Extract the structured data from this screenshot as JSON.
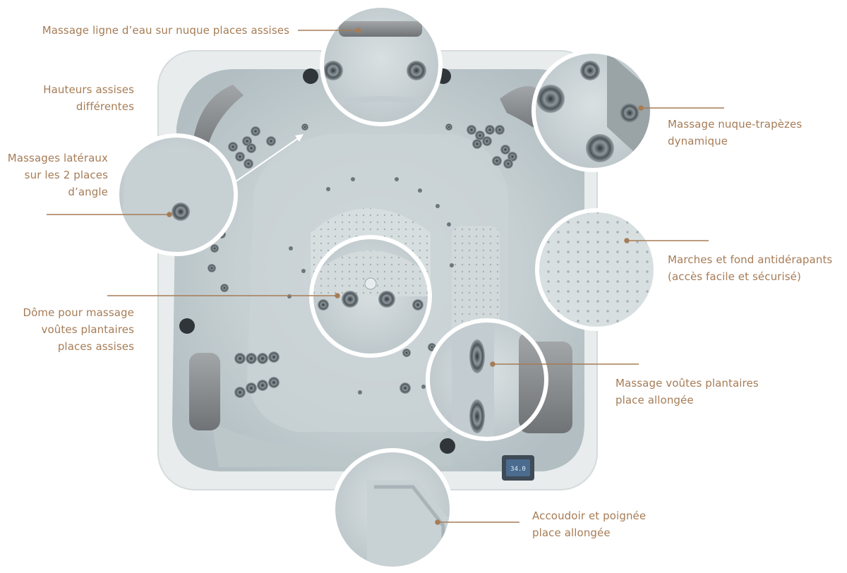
{
  "annotations": {
    "neck_waterline": [
      "Massage ligne d’eau sur nuque places assises"
    ],
    "seat_heights": [
      "Hauteurs assises",
      "différentes"
    ],
    "side_massage": [
      "Massages latéraux",
      "sur les 2 places",
      "d’angle"
    ],
    "dome": [
      "Dôme pour massage",
      "voûtes plantaires",
      "places assises"
    ],
    "neck_trapezius": [
      "Massage nuque-trapèzes",
      "dynamique"
    ],
    "steps_floor": [
      "Marches et fond antidérapants",
      "(accès facile et sécurisé)"
    ],
    "arch_lounger": [
      "Massage voûtes plantaires",
      "place allongée"
    ],
    "armrest": [
      "Accoudoir et poignée",
      "place allongée"
    ]
  },
  "control_panel": {
    "display": "34.0"
  },
  "colors": {
    "label": "#a67c56",
    "leader_line": "#a67c56",
    "shell": "#d9dfe1",
    "shell_dark": "#aeb9bd",
    "rim": "#e6eaeb",
    "lens_border": "#ffffff",
    "jet": "#59646a",
    "pillow": "#8f9396",
    "control_panel": "#4b6b8f"
  }
}
